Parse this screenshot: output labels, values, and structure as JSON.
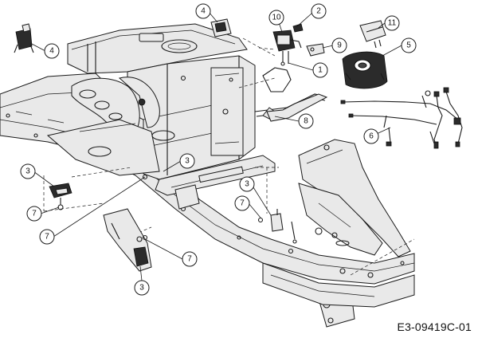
{
  "diagram": {
    "code": "E3-09419C-01",
    "callouts": {
      "c2": "2",
      "c4a": "4",
      "c10": "10",
      "c11": "11",
      "c4b": "4",
      "c9": "9",
      "c5": "5",
      "c1": "1",
      "c8": "8",
      "c6": "6",
      "c3a": "3",
      "c3b": "3",
      "c3c": "3",
      "c7a": "7",
      "c7b": "7",
      "c7c": "7",
      "c7d": "7",
      "c3d": "3"
    }
  }
}
